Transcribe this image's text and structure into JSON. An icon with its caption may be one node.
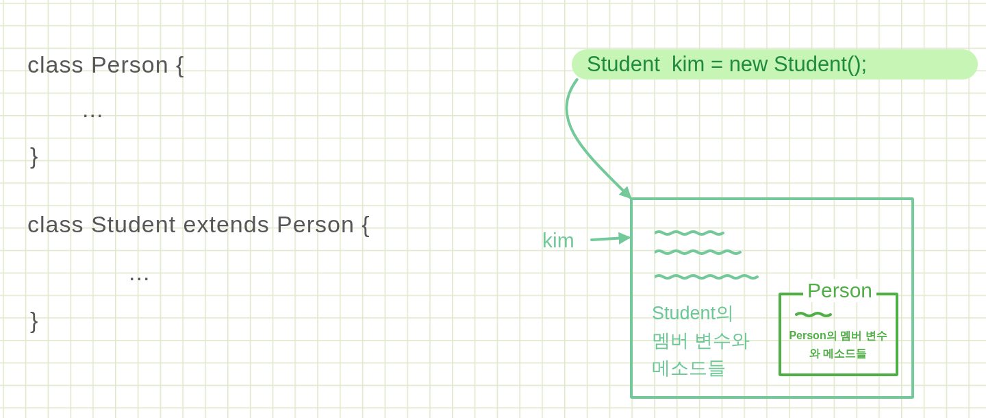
{
  "diagram": {
    "nodes": [
      {
        "text": [
          "Student  kim = new Student();"
        ]
      },
      {
        "text": [
          "kim"
        ]
      },
      {
        "text": [
          "Student의 멤버 변수와 메소드들"
        ]
      },
      {
        "text": [
          "Person",
          "Person의 멤버 변수와 메소드들"
        ],
        "in": 2
      }
    ],
    "edges": [
      {
        "from": 0,
        "to": 2,
        "arrow": "to"
      },
      {
        "from": 1,
        "to": 2,
        "arrow": "to"
      }
    ],
    "labels": [
      "class Person {",
      "...",
      "}",
      "class Student extends Person {",
      "...",
      "}"
    ]
  }
}
